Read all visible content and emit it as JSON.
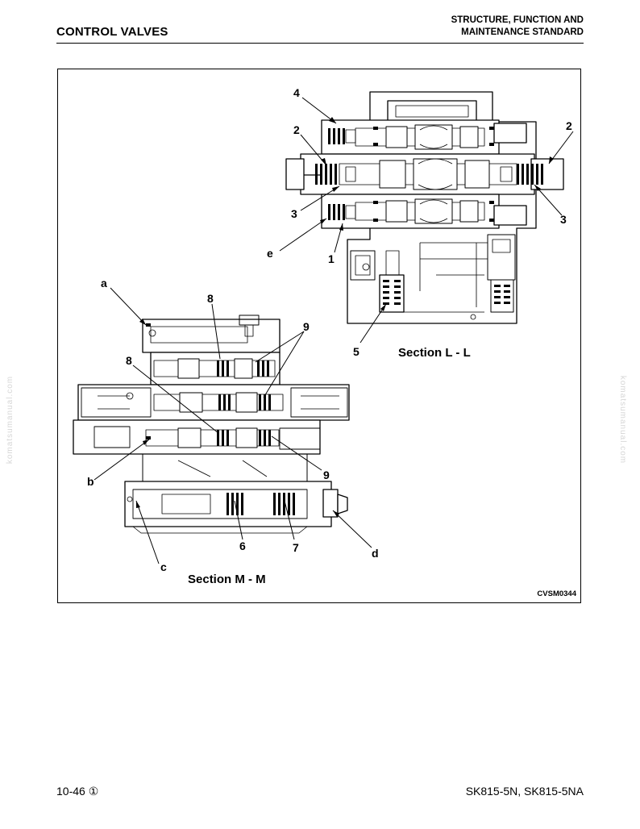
{
  "header": {
    "section_title": "CONTROL VALVES",
    "chapter_line1": "STRUCTURE, FUNCTION AND",
    "chapter_line2": "MAINTENANCE STANDARD"
  },
  "figure": {
    "section_ll": "Section L - L",
    "section_mm": "Section M - M",
    "figure_code": "CVSM0344",
    "callouts": {
      "c1": "1",
      "c2a": "2",
      "c2b": "2",
      "c3a": "3",
      "c3b": "3",
      "c4": "4",
      "c5": "5",
      "c6": "6",
      "c7": "7",
      "c8a": "8",
      "c8b": "8",
      "c9a": "9",
      "c9b": "9",
      "ca": "a",
      "cb": "b",
      "cc": "c",
      "cd": "d",
      "ce": "e"
    }
  },
  "footer": {
    "page_number": "10-46 ①",
    "model": "SK815-5N, SK815-5NA"
  },
  "watermark": "komatsumanual.com"
}
